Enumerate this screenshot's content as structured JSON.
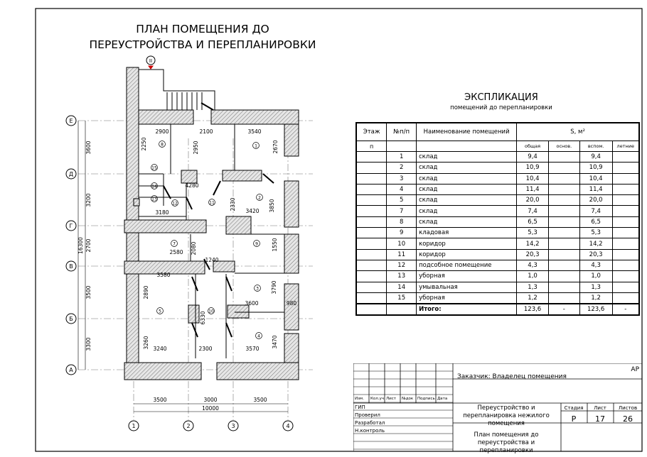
{
  "title": [
    "ПЛАН ПОМЕЩЕНИЯ ДО",
    "ПЕРЕУСТРОЙСТВА И ПЕРЕПЛАНИРОВКИ"
  ],
  "section_marker": "II",
  "plan": {
    "axes_rows": [
      "Е",
      "Д",
      "Г",
      "В",
      "Б",
      "А"
    ],
    "axes_cols": [
      "1",
      "2",
      "3",
      "4"
    ],
    "rooms": [
      "8",
      "1",
      "15",
      "14",
      "13",
      "12",
      "11",
      "2",
      "7",
      "9",
      "3",
      "5",
      "10",
      "4"
    ],
    "dims": [
      "2900",
      "2100",
      "3540",
      "2250",
      "2950",
      "2670",
      "4280",
      "2330",
      "3420",
      "3850",
      "3180",
      "2580",
      "2080",
      "1550",
      "1240",
      "3580",
      "2890",
      "3790",
      "3600",
      "980",
      "6330",
      "3260",
      "3240",
      "2300",
      "3570",
      "3470",
      "3500",
      "3000",
      "3500",
      "10000",
      "3600",
      "3200",
      "2700",
      "16300",
      "3500",
      "3300"
    ]
  },
  "explication": {
    "title": "ЭКСПЛИКАЦИЯ",
    "subtitle": "помещений до перепланировки",
    "headers": {
      "floor": "Этаж",
      "num": "№п/п",
      "name": "Наименование помещений",
      "area": "S, м²"
    },
    "subheaders": {
      "floor": "п",
      "total": "общая",
      "main": "основ.",
      "aux": "вспом.",
      "summer": "летние"
    },
    "rows": [
      {
        "n": "1",
        "name": "склад",
        "total": "9,4",
        "aux": "9,4"
      },
      {
        "n": "2",
        "name": "склад",
        "total": "10,9",
        "aux": "10,9"
      },
      {
        "n": "3",
        "name": "склад",
        "total": "10,4",
        "aux": "10,4"
      },
      {
        "n": "4",
        "name": "склад",
        "total": "11,4",
        "aux": "11,4"
      },
      {
        "n": "5",
        "name": "склад",
        "total": "20,0",
        "aux": "20,0"
      },
      {
        "n": "7",
        "name": "склад",
        "total": "7,4",
        "aux": "7,4"
      },
      {
        "n": "8",
        "name": "склад",
        "total": "6,5",
        "aux": "6,5"
      },
      {
        "n": "9",
        "name": "кладовая",
        "total": "5,3",
        "aux": "5,3"
      },
      {
        "n": "10",
        "name": "коридор",
        "total": "14,2",
        "aux": "14,2"
      },
      {
        "n": "11",
        "name": "коридор",
        "total": "20,3",
        "aux": "20,3"
      },
      {
        "n": "12",
        "name": "подсобное помещение",
        "total": "4,3",
        "aux": "4,3"
      },
      {
        "n": "13",
        "name": "уборная",
        "total": "1,0",
        "aux": "1,0"
      },
      {
        "n": "14",
        "name": "умывальная",
        "total": "1,3",
        "aux": "1,3"
      },
      {
        "n": "15",
        "name": "уборная",
        "total": "1,2",
        "aux": "1,2"
      }
    ],
    "totals": {
      "label": "Итого:",
      "total": "123,6",
      "main": "-",
      "aux": "123,6",
      "summer": "-"
    }
  },
  "title_block": {
    "code": "АР",
    "customer": "Заказчик: Владелец помещения",
    "cols": [
      "Изм.",
      "Кол.уч",
      "Лист",
      "№док",
      "Подпись",
      "Дата"
    ],
    "roles": [
      "ГИП",
      "Проверил",
      "Разработал",
      "Н.контроль"
    ],
    "project": "Переустройство и перепланировка нежилого помещения",
    "sheet_title": "План помещения до переустройства и перепланировки",
    "stage_label": "Стадия",
    "sheet_label": "Лист",
    "sheets_label": "Листов",
    "stage": "Р",
    "sheet": "17",
    "sheets": "26"
  }
}
